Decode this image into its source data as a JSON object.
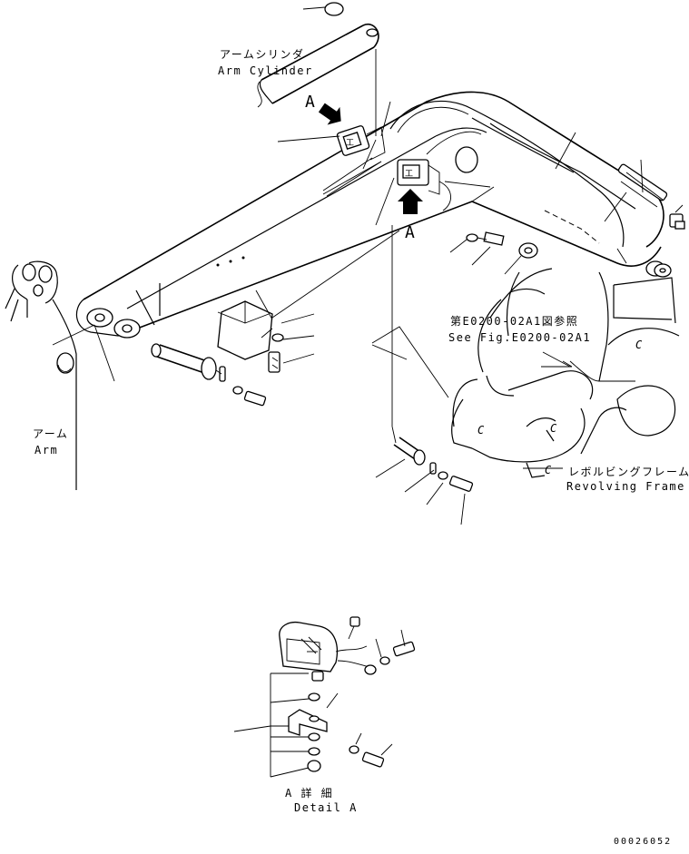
{
  "labels": {
    "arm_cylinder_jp": "アームシリンダ",
    "arm_cylinder_en": "Arm Cylinder",
    "arm_jp": "アーム",
    "arm_en": "Arm",
    "view_a_1": "A",
    "view_a_2": "A",
    "see_fig_jp": "第E0200-02A1図参照",
    "see_fig_en": "See Fig.E0200-02A1",
    "revolving_frame_jp": "レボルビングフレーム",
    "revolving_frame_en": "Revolving Frame",
    "detail_a_jp": "A 詳 細",
    "detail_a_en": "Detail A",
    "drawing_number": "00026052"
  }
}
